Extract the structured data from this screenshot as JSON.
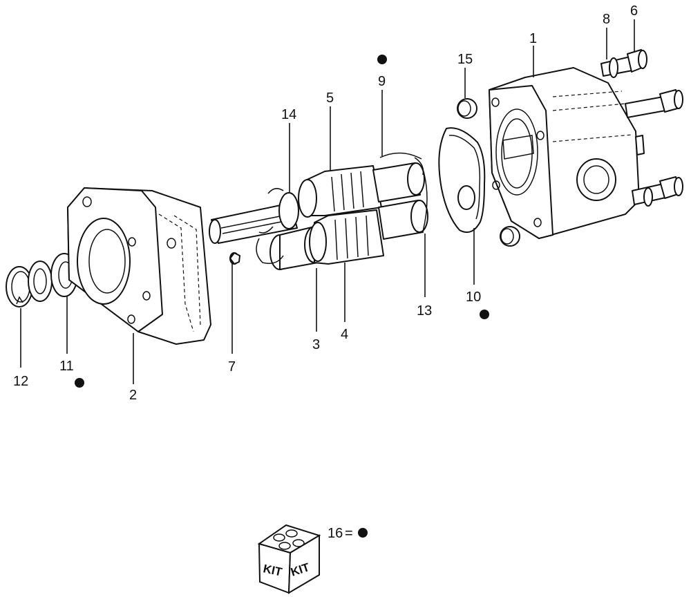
{
  "labels": {
    "p1": "1",
    "p2": "2",
    "p3": "3",
    "p4": "4",
    "p5": "5",
    "p6": "6",
    "p7": "7",
    "p8": "8",
    "p9": "9",
    "p10": "10",
    "p11": "11",
    "p12": "12",
    "p13": "13",
    "p14": "14",
    "p15": "15",
    "p16": "16"
  },
  "legend": {
    "part": "16",
    "eq": "="
  },
  "kit": {
    "left": "KIT",
    "right": "KIT"
  }
}
